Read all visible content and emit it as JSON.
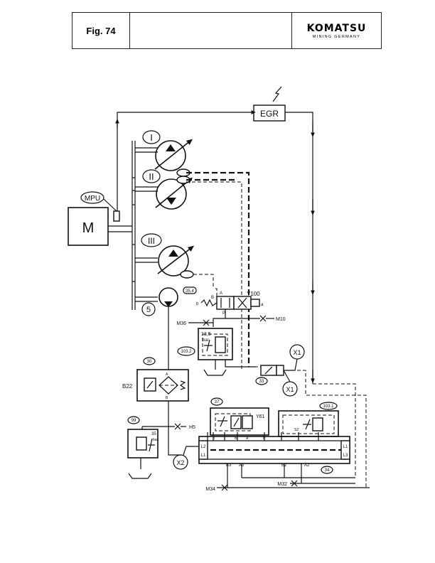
{
  "header": {
    "figure_label": "Fig. 74",
    "middle_text": "",
    "logo_main": "KOMATSU",
    "logo_sub": "MINING GERMANY"
  },
  "labels": {
    "egr": "EGR",
    "motor": "M",
    "mpu": "MPU",
    "pump_1": "I",
    "pump_2": "II",
    "pump_3": "III",
    "pump_5": "5",
    "ref_35_4": "35.4",
    "valve_y100": "Y100",
    "port_a": "A",
    "port_b": "B",
    "port_p": "P",
    "port_t": "T",
    "port_small_b": "b",
    "port_small_a": "a",
    "m36": "M36",
    "m10": "M10",
    "relief_pressure": "13,5",
    "unit_bar": "bar",
    "ref_103_2": "103.2",
    "x1_top": "X1",
    "x1_bottom": "X1",
    "ref_33": "33",
    "ref_30": "30",
    "b22": "B22",
    "ref_37": "37",
    "y61": "Y61",
    "ref_103_1": "103.1",
    "ref_99": "99",
    "h5": "H5",
    "relief_35": "35",
    "x2": "X2",
    "ref_34": "34",
    "m32": "M32",
    "m34": "M34",
    "manifold_b3": "B3",
    "manifold_a3": "A3",
    "manifold_b2": "B2",
    "manifold_a2": "A2",
    "manifold_l1": "L1",
    "manifold_l2": "L2",
    "manifold_l3": "L3",
    "valve_sz": "SZ"
  }
}
